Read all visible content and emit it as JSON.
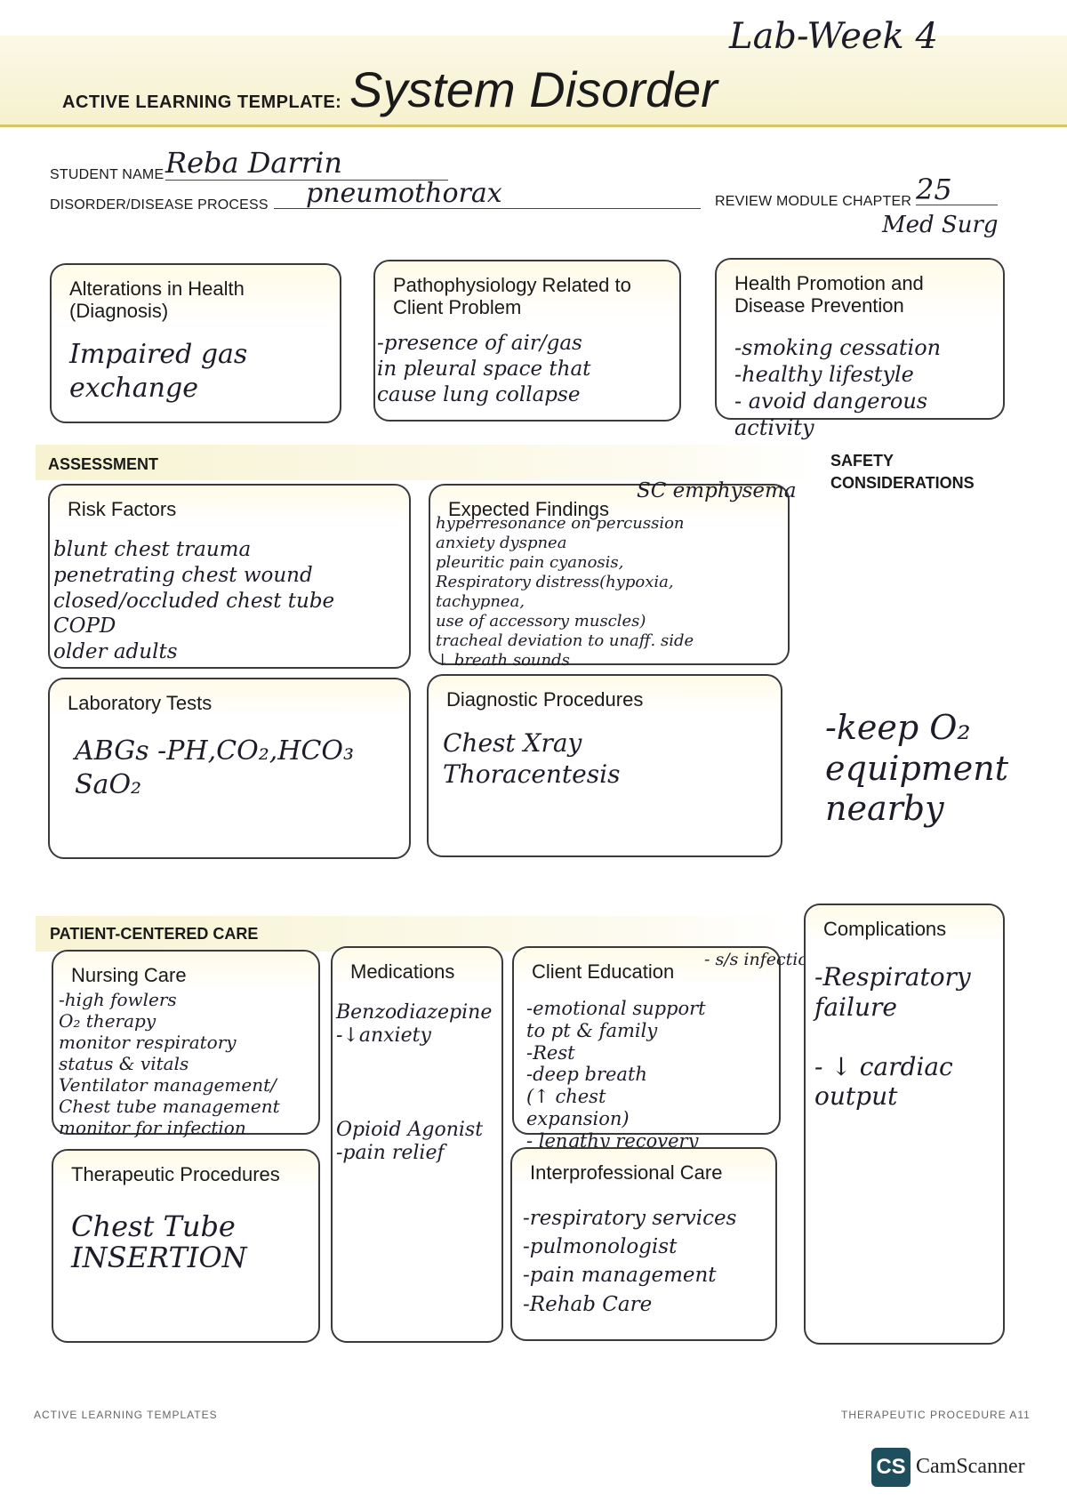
{
  "header": {
    "handwritten_lab": "Lab-Week 4",
    "template_label": "ACTIVE LEARNING TEMPLATE:",
    "title": "System Disorder"
  },
  "fields": {
    "student_name_label": "STUDENT NAME",
    "student_name_value": "Reba Darrin",
    "disorder_label": "DISORDER/DISEASE PROCESS",
    "disorder_value": "pneumothorax",
    "review_module_label": "REVIEW MODULE CHAPTER",
    "review_module_value": "25",
    "review_module_note": "Med Surg"
  },
  "top_boxes": {
    "alterations": {
      "heading": "Alterations in Health (Diagnosis)",
      "content": "Impaired gas\n                exchange"
    },
    "pathophysiology": {
      "heading": "Pathophysiology Related to Client Problem",
      "content": "-presence of air/gas\nin pleural space that\ncause lung collapse"
    },
    "health_promotion": {
      "heading": "Health Promotion and Disease Prevention",
      "content": "-smoking cessation\n-healthy lifestyle\n- avoid dangerous\n              activity"
    }
  },
  "assessment": {
    "section_label": "ASSESSMENT",
    "safety_label": "SAFETY CONSIDERATIONS",
    "risk_factors": {
      "heading": "Risk Factors",
      "content": "blunt chest trauma\npenetrating chest wound\nclosed/occluded chest tube\nCOPD\nolder adults"
    },
    "expected_findings": {
      "heading": "Expected Findings",
      "note": "SC emphysema",
      "content": "hyperresonance on percussion\nanxiety                    dyspnea\npleuritic pain          cyanosis,\nRespiratory distress(hypoxia,\n                          tachypnea,\n                          use of accessory muscles)\ntracheal deviation to unaff. side\n↓ breath sounds"
    },
    "laboratory_tests": {
      "heading": "Laboratory Tests",
      "content": "ABGs -PH,CO₂,HCO₃\nSaO₂"
    },
    "diagnostic_procedures": {
      "heading": "Diagnostic Procedures",
      "content": "Chest Xray\nThoracentesis"
    },
    "safety_note": "-keep O₂\nequipment\nnearby"
  },
  "patient_care": {
    "section_label": "PATIENT-CENTERED CARE",
    "nursing_care": {
      "heading": "Nursing Care",
      "content": "-high fowlers\nO₂ therapy\nmonitor respiratory\n   status & vitals\nVentilator management/\nChest tube management\nmonitor for infection"
    },
    "medications": {
      "heading": "Medications",
      "content": "Benzodiazepine\n -↓anxiety\n\n\n\nOpioid Agonist\n -pain relief"
    },
    "client_education": {
      "heading": "Client Education",
      "note": "- s/s infection",
      "content": "-emotional support\nto pt & family\n-Rest\n-deep breath\n(↑ chest\n  expansion)\n- lengthy recovery"
    },
    "therapeutic_procedures": {
      "heading": "Therapeutic Procedures",
      "content": "Chest Tube\n  INSERTION"
    },
    "interprofessional_care": {
      "heading": "Interprofessional Care",
      "content": "-respiratory services\n-pulmonologist\n-pain management\n-Rehab Care"
    },
    "complications": {
      "heading": "Complications",
      "content": "-Respiratory\n  failure\n\n- ↓ cardiac\n     output"
    }
  },
  "footer": {
    "left": "ACTIVE LEARNING TEMPLATES",
    "right": "THERAPEUTIC PROCEDURE   A11"
  },
  "watermark": {
    "logo": "CS",
    "name": "CamScanner"
  }
}
